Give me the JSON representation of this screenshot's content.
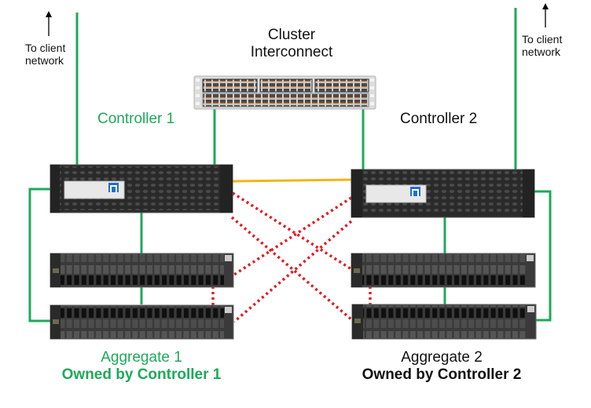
{
  "diagram": {
    "colors": {
      "green_link": "#1ea95a",
      "interconnect_link": "#f2b517",
      "failover_link": "#e01e25",
      "chassis": "#2e2e2e",
      "label_green": "#1ea95a",
      "label_black": "#111111"
    },
    "labels": {
      "client_left_line1": "To client",
      "client_left_line2": "network",
      "client_right_line1": "To client",
      "client_right_line2": "network",
      "cluster_line1": "Cluster",
      "cluster_line2": "Interconnect",
      "controller1": "Controller 1",
      "controller2": "Controller 2",
      "aggregate1": "Aggregate 1",
      "aggregate1_owner": "Owned by Controller 1",
      "aggregate2": "Aggregate 2",
      "aggregate2_owner": "Owned by Controller 2"
    },
    "nodes": [
      {
        "id": "cluster-switch",
        "type": "switch"
      },
      {
        "id": "controller-1",
        "type": "controller",
        "logo": "netapp-logo"
      },
      {
        "id": "controller-2",
        "type": "controller",
        "logo": "netapp-logo"
      },
      {
        "id": "shelf-1a",
        "type": "disk-shelf",
        "aggregate": "Aggregate 1"
      },
      {
        "id": "shelf-1b",
        "type": "disk-shelf",
        "aggregate": "Aggregate 1"
      },
      {
        "id": "shelf-2a",
        "type": "disk-shelf",
        "aggregate": "Aggregate 2"
      },
      {
        "id": "shelf-2b",
        "type": "disk-shelf",
        "aggregate": "Aggregate 2"
      }
    ],
    "links": [
      {
        "from": "controller-1",
        "to": "client-network",
        "style": "solid-green"
      },
      {
        "from": "controller-2",
        "to": "client-network",
        "style": "solid-green"
      },
      {
        "from": "controller-1",
        "to": "cluster-switch",
        "style": "solid-green"
      },
      {
        "from": "controller-2",
        "to": "cluster-switch",
        "style": "solid-green"
      },
      {
        "from": "controller-1",
        "to": "controller-2",
        "style": "solid-yellow"
      },
      {
        "from": "controller-1",
        "to": "shelf-1a",
        "style": "solid-green"
      },
      {
        "from": "shelf-1a",
        "to": "shelf-1b",
        "style": "solid-green"
      },
      {
        "from": "controller-1",
        "to": "shelf-1b",
        "style": "solid-green"
      },
      {
        "from": "controller-2",
        "to": "shelf-2a",
        "style": "solid-green"
      },
      {
        "from": "shelf-2a",
        "to": "shelf-2b",
        "style": "solid-green"
      },
      {
        "from": "controller-2",
        "to": "shelf-2b",
        "style": "solid-green"
      },
      {
        "from": "controller-1",
        "to": "shelf-2a",
        "style": "dotted-red"
      },
      {
        "from": "controller-1",
        "to": "shelf-2b",
        "style": "dotted-red"
      },
      {
        "from": "controller-2",
        "to": "shelf-1a",
        "style": "dotted-red"
      },
      {
        "from": "controller-2",
        "to": "shelf-1b",
        "style": "dotted-red"
      },
      {
        "from": "shelf-1a",
        "to": "shelf-1b",
        "style": "dotted-red"
      },
      {
        "from": "shelf-2a",
        "to": "shelf-2b",
        "style": "dotted-red"
      }
    ]
  }
}
